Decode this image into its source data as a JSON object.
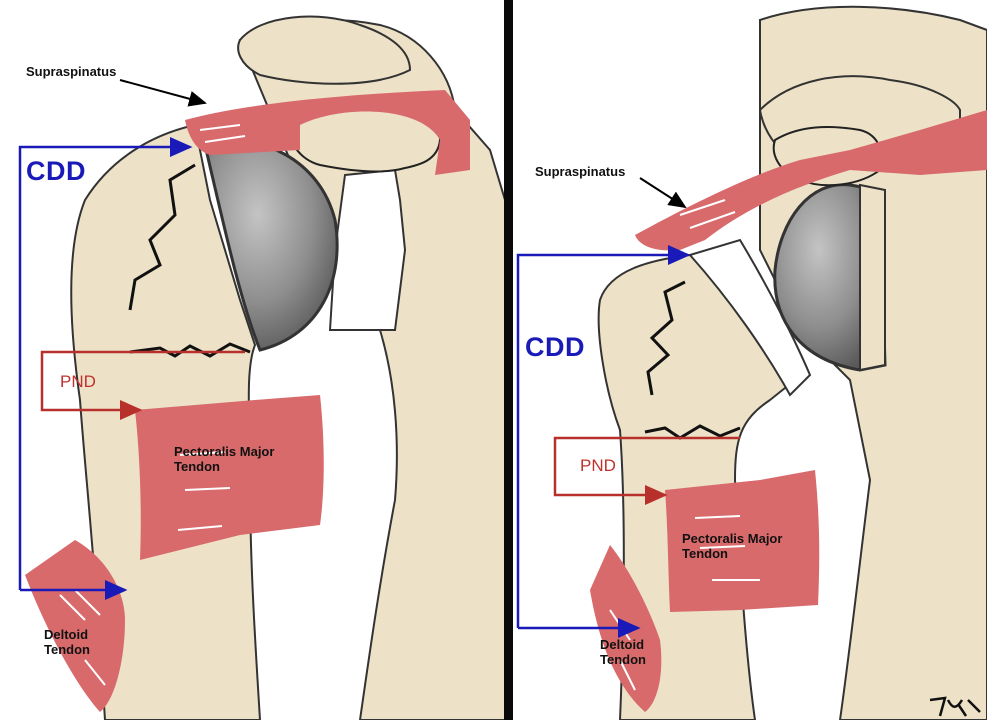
{
  "left_panel": {
    "supraspinatus": "Supraspinatus",
    "cdd": "CDD",
    "pnd": "PND",
    "pectoralis_line1": "Pectoralis Major",
    "pectoralis_line2": "Tendon",
    "deltoid_line1": "Deltoid",
    "deltoid_line2": "Tendon"
  },
  "right_panel": {
    "supraspinatus": "Supraspinatus",
    "cdd": "CDD",
    "pnd": "PND",
    "pectoralis_line1": "Pectoralis Major",
    "pectoralis_line2": "Tendon",
    "deltoid_line1": "Deltoid",
    "deltoid_line2": "Tendon"
  },
  "colors": {
    "bone": "#ede2c7",
    "tendon": "#d86a6c",
    "cdd_arrow": "#1a1ab8",
    "pnd_arrow": "#b8302c",
    "implant": "#8e8e8e"
  }
}
